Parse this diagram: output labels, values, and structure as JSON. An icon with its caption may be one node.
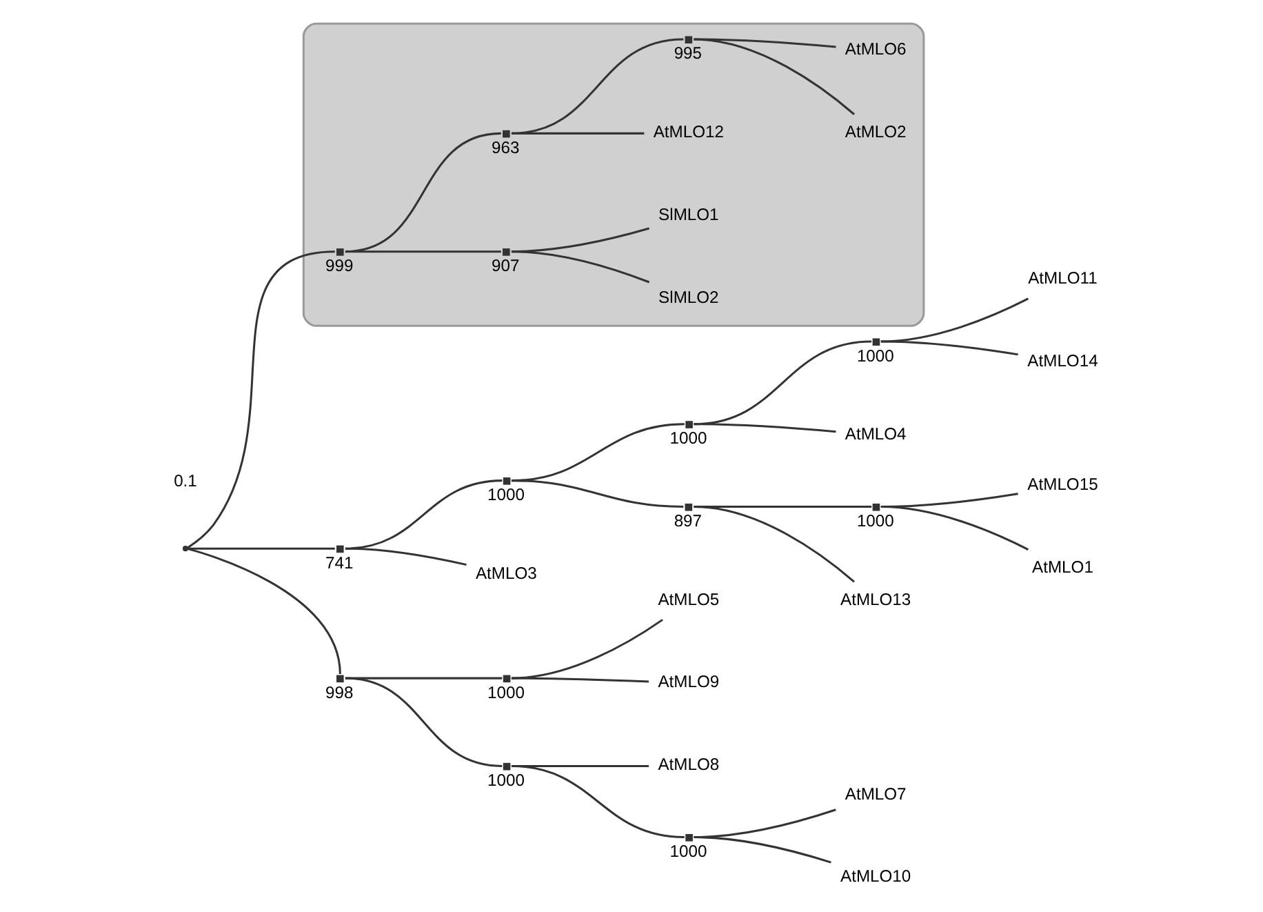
{
  "diagram": {
    "nodes": [
      {
        "text": [],
        "shape": "ellipse"
      },
      {
        "text": [
          "SlMLO2"
        ],
        "in": 0
      },
      {
        "text": [
          "SlMLO1"
        ],
        "in": 0
      },
      {
        "text": [
          "AtMLO12"
        ],
        "in": 0
      },
      {
        "text": [
          "AtMLO2"
        ],
        "in": 0
      },
      {
        "text": [
          "AtMLO6"
        ],
        "in": 0
      },
      {
        "text": [],
        "shape": "point",
        "beside": [
          "907"
        ],
        "in": 0
      },
      {
        "text": [],
        "shape": "point",
        "beside": [
          "999"
        ],
        "in": 0
      },
      {
        "text": [],
        "shape": "point",
        "beside": [
          "963"
        ],
        "in": 0
      },
      {
        "text": [],
        "shape": "point",
        "beside": [
          "995"
        ],
        "in": 0
      },
      {
        "text": [
          "AtMLO11"
        ]
      },
      {
        "text": [
          "AtMLO14"
        ]
      },
      {
        "text": [],
        "shape": "point",
        "beside": [
          "1000"
        ]
      },
      {
        "text": [
          "AtMLO4"
        ]
      },
      {
        "text": [],
        "shape": "point",
        "beside": [
          "1000"
        ]
      },
      {
        "text": [],
        "shape": "point",
        "beside": [
          "1000"
        ]
      },
      {
        "text": [],
        "shape": "point",
        "beside": [
          "741"
        ]
      },
      {
        "text": [],
        "shape": "point"
      },
      {
        "text": [
          "AtMLO5"
        ]
      },
      {
        "text": [
          "AtMLO9"
        ]
      },
      {
        "text": [],
        "shape": "point",
        "beside": [
          "1000"
        ]
      },
      {
        "text": [],
        "shape": "point",
        "beside": [
          "998"
        ]
      },
      {
        "text": [],
        "shape": "point",
        "beside": [
          "897"
        ]
      },
      {
        "text": [],
        "shape": "point",
        "beside": [
          "1000"
        ]
      },
      {
        "text": [
          "AtMLO15"
        ]
      },
      {
        "text": [
          "AtMLO8"
        ]
      },
      {
        "text": [],
        "shape": "point",
        "beside": [
          "1000"
        ]
      },
      {
        "text": [],
        "shape": "point",
        "beside": [
          "1000"
        ]
      },
      {
        "text": [
          "AtMLO1"
        ]
      },
      {
        "text": [
          "AtMLO13"
        ]
      },
      {
        "text": [
          "AtMLO7"
        ]
      },
      {
        "text": [
          "AtMLO10"
        ]
      },
      {
        "text": [
          "AtMLO3"
        ]
      }
    ],
    "edges": [
      {
        "from": 6,
        "to": 1,
        "arrow": "none"
      },
      {
        "from": 6,
        "to": 2,
        "arrow": "none"
      },
      {
        "from": 7,
        "to": 6,
        "arrow": "none"
      },
      {
        "from": 7,
        "to": 8,
        "arrow": "none"
      },
      {
        "from": 8,
        "to": 3,
        "arrow": "none"
      },
      {
        "from": 8,
        "to": 9,
        "arrow": "none"
      },
      {
        "from": 9,
        "to": 4,
        "arrow": "none"
      },
      {
        "from": 9,
        "to": 5,
        "arrow": "none"
      },
      {
        "from": 17,
        "to": 7,
        "arrow": "none"
      },
      {
        "from": 17,
        "to": 16,
        "arrow": "none"
      },
      {
        "from": 17,
        "to": 21,
        "arrow": "none"
      },
      {
        "from": 16,
        "to": 32,
        "arrow": "none"
      },
      {
        "from": 16,
        "to": 15,
        "arrow": "none"
      },
      {
        "from": 15,
        "to": 14,
        "arrow": "none"
      },
      {
        "from": 15,
        "to": 22,
        "arrow": "none"
      },
      {
        "from": 14,
        "to": 13,
        "arrow": "none"
      },
      {
        "from": 14,
        "to": 12,
        "arrow": "none"
      },
      {
        "from": 12,
        "to": 10,
        "arrow": "none"
      },
      {
        "from": 12,
        "to": 11,
        "arrow": "none"
      },
      {
        "from": 22,
        "to": 29,
        "arrow": "none"
      },
      {
        "from": 22,
        "to": 23,
        "arrow": "none"
      },
      {
        "from": 23,
        "to": 24,
        "arrow": "none"
      },
      {
        "from": 23,
        "to": 28,
        "arrow": "none"
      },
      {
        "from": 21,
        "to": 20,
        "arrow": "none"
      },
      {
        "from": 20,
        "to": 18,
        "arrow": "none"
      },
      {
        "from": 20,
        "to": 19,
        "arrow": "none"
      },
      {
        "from": 21,
        "to": 26,
        "arrow": "none"
      },
      {
        "from": 26,
        "to": 25,
        "arrow": "none"
      },
      {
        "from": 26,
        "to": 27,
        "arrow": "none"
      },
      {
        "from": 27,
        "to": 30,
        "arrow": "none"
      },
      {
        "from": 27,
        "to": 31,
        "arrow": "none"
      }
    ],
    "labels": [
      "0.1"
    ]
  }
}
